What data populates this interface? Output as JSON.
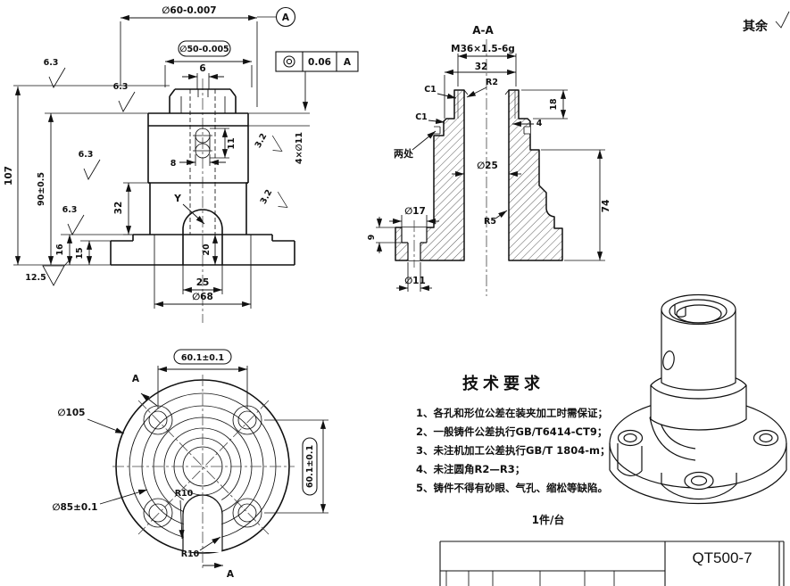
{
  "general": {
    "other_roughness_label": "其余",
    "qty_note": "1件/台",
    "part_code": "QT500-7"
  },
  "front": {
    "dim_d60": "∅60-0.007",
    "dim_d50": "∅50-0.005",
    "dim_6": "6",
    "fcf": {
      "tolerance": "0.06",
      "datum": "A"
    },
    "datum_balloon": "A",
    "dim_107": "107",
    "dim_90": "90±0.5",
    "dim_32": "32",
    "dim_16": "16",
    "dim_15": "15",
    "rough_12_5": "12.5",
    "rough_6_3": "6.3",
    "rough_3_2": "3.2",
    "holes_note": "4×∅11",
    "dim_11": "11",
    "dim_8": "8",
    "slot_label": "Y",
    "dim_20": "20",
    "dim_25": "25",
    "dim_d68": "∅68"
  },
  "section": {
    "title": "A-A",
    "thread": "M36×1.5-6g",
    "dim_32": "32",
    "r2": "R2",
    "c1": "C1",
    "two_places": "两处",
    "dim_d25": "∅25",
    "r5": "R5",
    "dim_18": "18",
    "dim_4": "4",
    "dim_74": "74",
    "dim_d17": "∅17",
    "dim_9": "9",
    "dim_d11": "∅11"
  },
  "bottom": {
    "dim_h": "60.1±0.1",
    "dim_v": "60.1±0.1",
    "dim_d105": "∅105",
    "dim_d85": "∅85±0.1",
    "r10": "R10",
    "section_mark": "A"
  },
  "tech": {
    "title": "技术要求",
    "items": [
      "1、各孔和形位公差在装夹加工时需保证；",
      "2、一般铸件公差执行GB/T6414-CT9；",
      "3、未注机加工公差执行GB/T 1804-m；",
      "4、未注圆角R2—R3；",
      "5、铸件不得有砂眼、气孔、缩松等缺陷。"
    ]
  }
}
